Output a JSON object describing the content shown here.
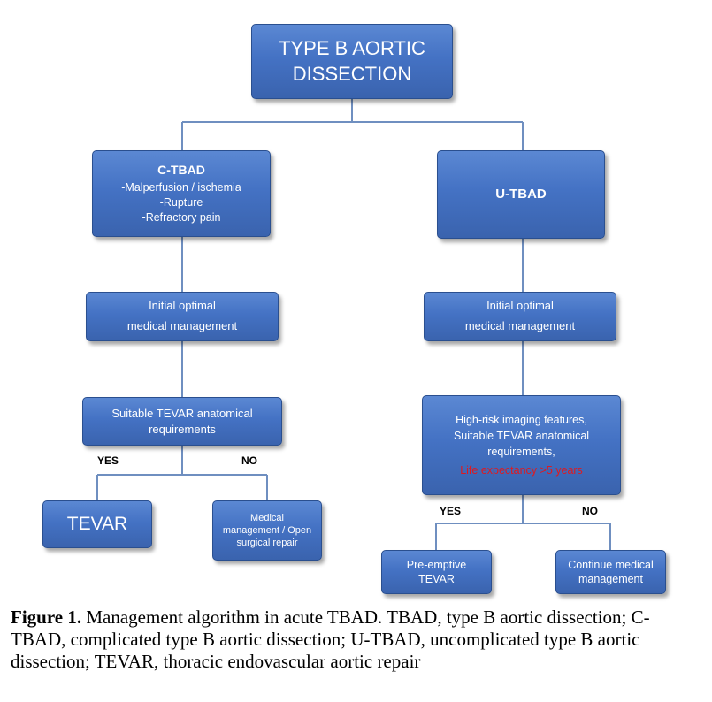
{
  "nodes": {
    "root": {
      "lines": [
        "TYPE B AORTIC",
        "DISSECTION"
      ]
    },
    "ctbad": {
      "title": "C-TBAD",
      "items": [
        "-Malperfusion / ischemia",
        "-Rupture",
        "-Refractory pain"
      ]
    },
    "utbad": {
      "title": "U-TBAD"
    },
    "init_left": {
      "lines": [
        "Initial optimal",
        "medical management"
      ]
    },
    "init_right": {
      "lines": [
        "Initial optimal",
        "medical management"
      ]
    },
    "suitable_left": {
      "lines": [
        "Suitable TEVAR anatomical",
        "requirements"
      ]
    },
    "highrisk": {
      "lines": [
        "High-risk imaging features,",
        "Suitable TEVAR anatomical",
        "requirements,"
      ],
      "emphasis": "Life expectancy >5 years",
      "emphasis_color": "#e0191f"
    },
    "tevar": {
      "lines": [
        "TEVAR"
      ]
    },
    "medical_open": {
      "lines": [
        "Medical",
        "management / Open",
        "surgical repair"
      ]
    },
    "preemptive": {
      "lines": [
        "Pre-emptive",
        "TEVAR"
      ]
    },
    "continue": {
      "lines": [
        "Continue medical",
        "management"
      ]
    }
  },
  "branch_labels": {
    "left_yes": "YES",
    "left_no": "NO",
    "right_yes": "YES",
    "right_no": "NO"
  },
  "caption": {
    "prefix": "Figure 1.",
    "text": " Management algorithm in acute TBAD. TBAD, type B aortic dissection; C-TBAD, complicated type B aortic dissection; U-TBAD, uncomplicated type B aortic dissection; TEVAR, thoracic endovascular aortic repair"
  },
  "colors": {
    "box_fill": "#4472c4",
    "box_border": "#2a4f8f",
    "connector": "#6f8fc0",
    "text": "#ffffff"
  }
}
